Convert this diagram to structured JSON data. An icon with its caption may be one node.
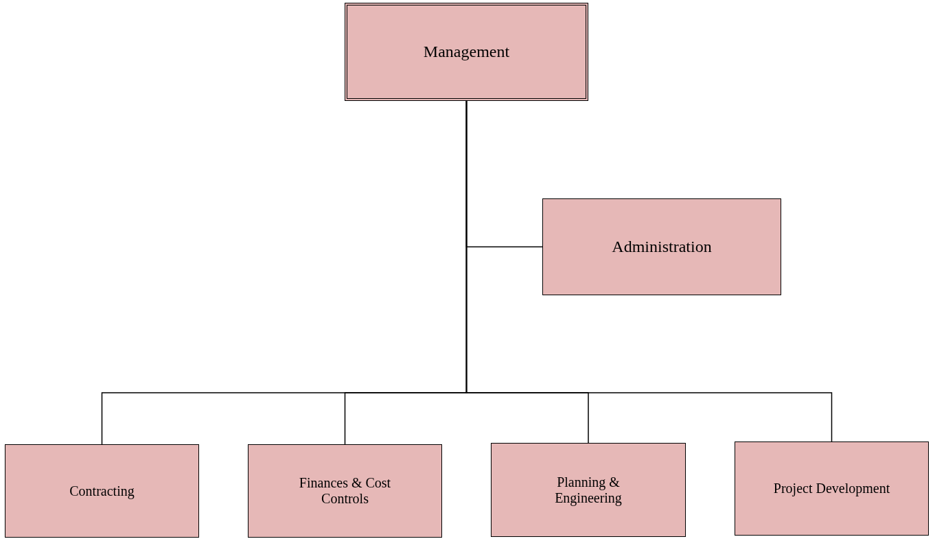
{
  "diagram": {
    "nodes": [
      {
        "text": [
          "Management"
        ]
      },
      {
        "text": [
          "Administration"
        ]
      },
      {
        "text": [
          "Contracting"
        ]
      },
      {
        "text": [
          "Finances & Cost Controls"
        ]
      },
      {
        "text": [
          "Planning & Engineering"
        ]
      },
      {
        "text": [
          "Project Development"
        ]
      }
    ],
    "edges": [
      {
        "from": 0,
        "to": 1,
        "arrow": "none"
      },
      {
        "from": 0,
        "to": 2,
        "arrow": "none"
      },
      {
        "from": 0,
        "to": 3,
        "arrow": "none"
      },
      {
        "from": 0,
        "to": 4,
        "arrow": "none"
      },
      {
        "from": 0,
        "to": 5,
        "arrow": "none"
      }
    ]
  }
}
